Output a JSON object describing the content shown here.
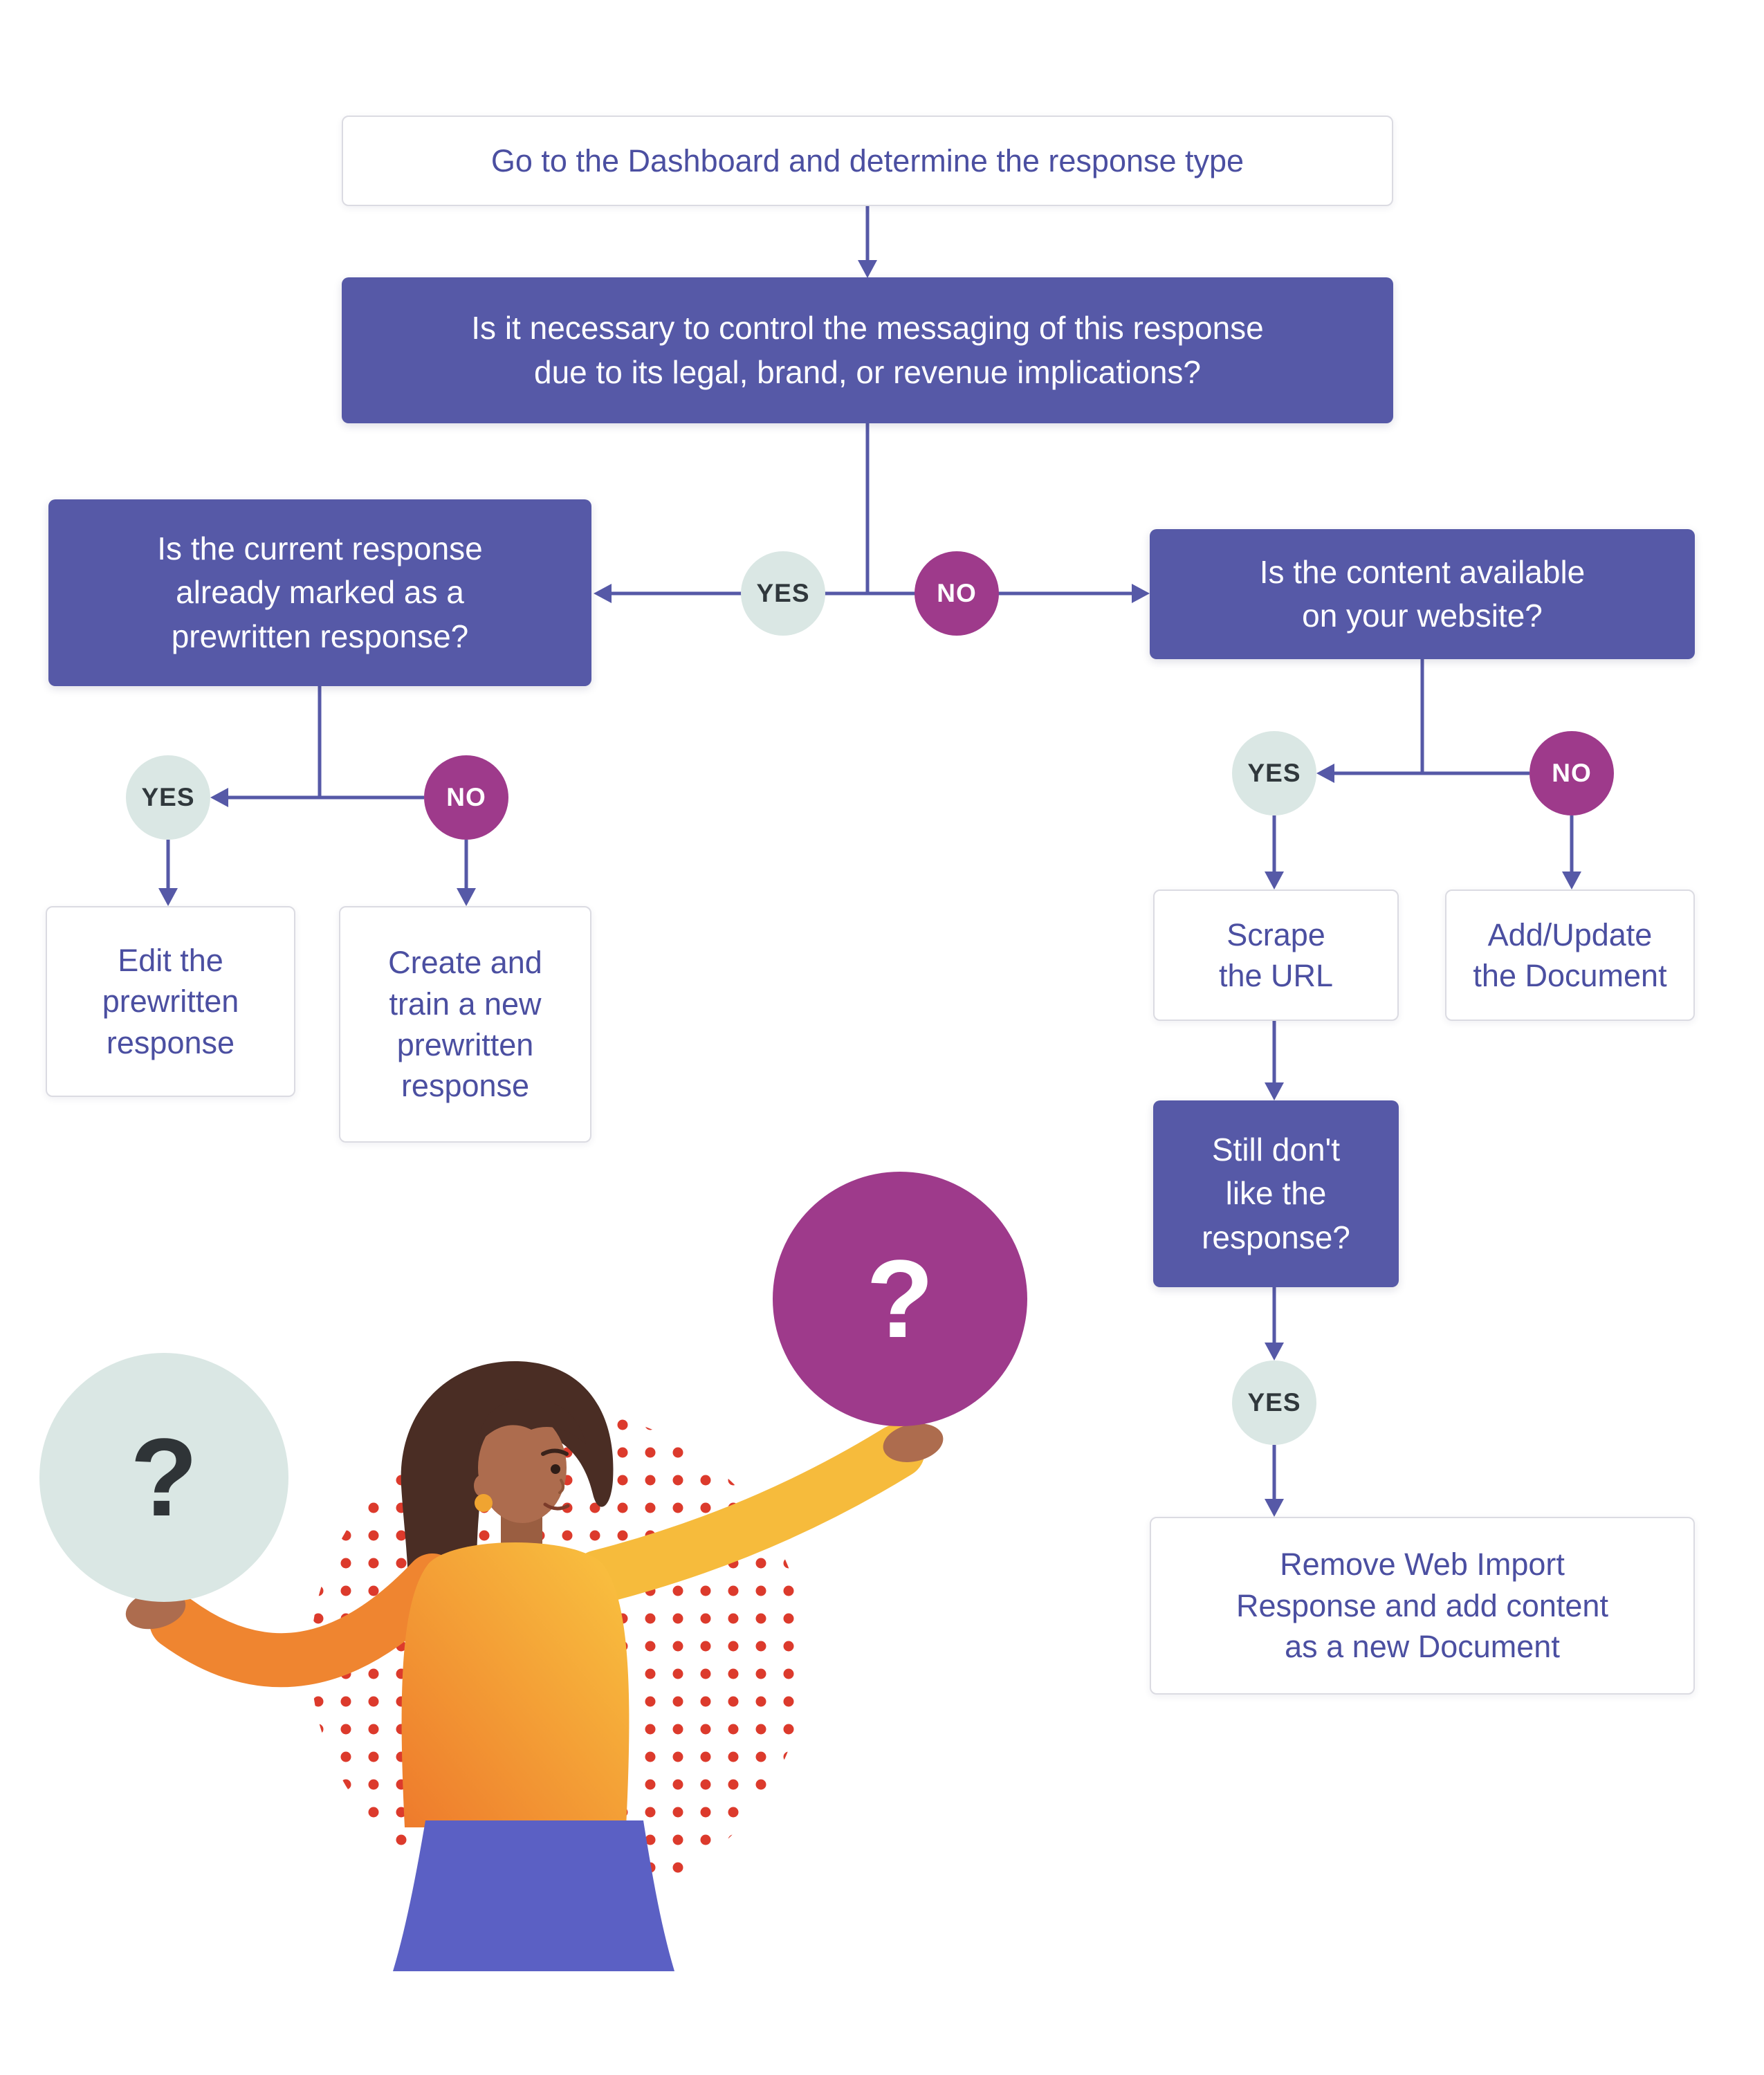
{
  "title": "Response type decision flowchart",
  "colors": {
    "purple_box": "#5659A7",
    "magenta": "#9E3A8B",
    "teal": "#DAE7E4",
    "arrow": "#5659A7",
    "white_box_text": "#4B4FA1",
    "red_dots": "#DC3A2C",
    "skirt": "#5B60C4",
    "sweater_orange": "#EE7A2C",
    "sweater_yellow": "#F9C440"
  },
  "nodes": {
    "start": "Go to the Dashboard and determine the response type",
    "control_question": "Is it necessary to control the messaging of this response\ndue to its legal, brand, or revenue implications?",
    "prewritten_question": "Is the current response\nalready marked as a\nprewritten response?",
    "edit_response": "Edit the\nprewritten\nresponse",
    "create_response": "Create and\ntrain a new\nprewritten\nresponse",
    "website_question": "Is the content available\non your website?",
    "scrape_url": "Scrape\nthe URL",
    "add_update_document": "Add/Update\nthe Document",
    "still_question": "Still don't\nlike the\nresponse?",
    "remove_web_import": "Remove Web Import\nResponse and add content\nas a new Document"
  },
  "labels": {
    "yes": "YES",
    "no": "NO",
    "question_mark": "?"
  }
}
